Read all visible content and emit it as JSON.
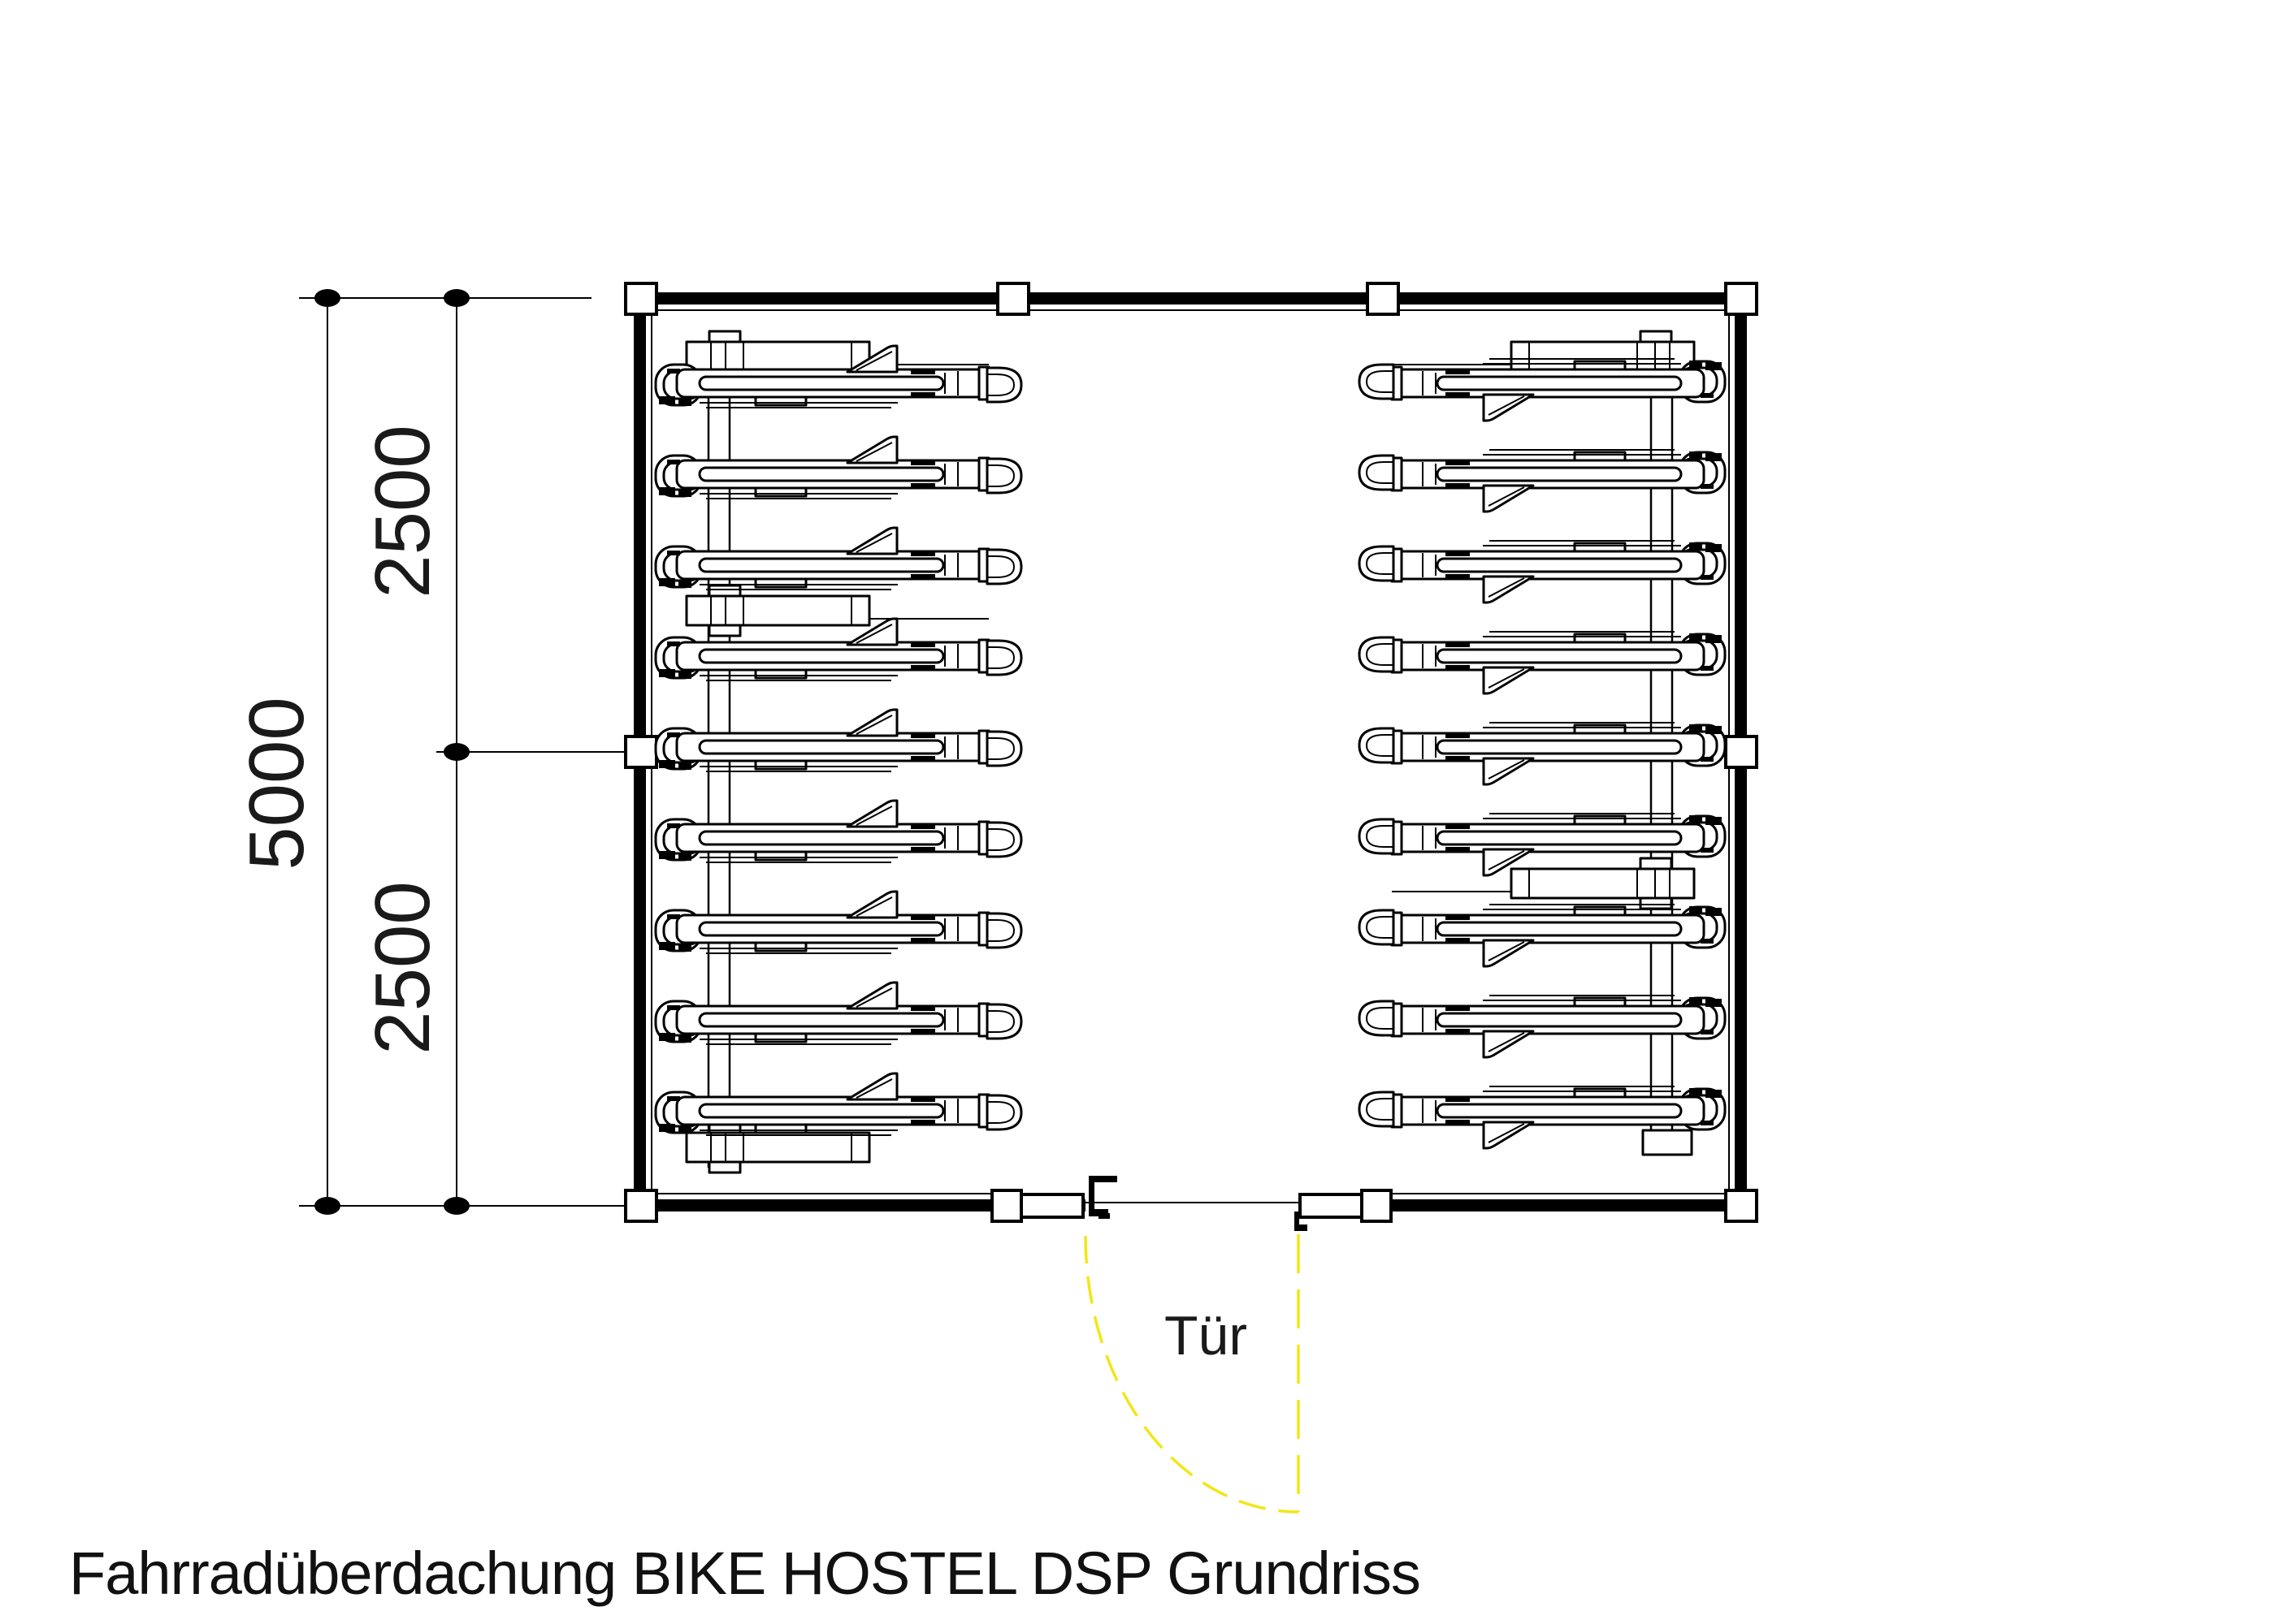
{
  "title": "Fahrradüberdachung BIKE HOSTEL DSP Grundriss",
  "dimensions": {
    "total_depth": "5000",
    "upper_bay": "2500",
    "lower_bay": "2500"
  },
  "door": {
    "label": "Tür"
  },
  "colors": {
    "line": "#000000",
    "door_swing_yellow": "#f2e616",
    "background": "#ffffff"
  },
  "racks": {
    "left_column_bikes": 9,
    "right_column_bikes": 9,
    "total_stalls": 18,
    "system": "DSP double-stack bike rack"
  }
}
